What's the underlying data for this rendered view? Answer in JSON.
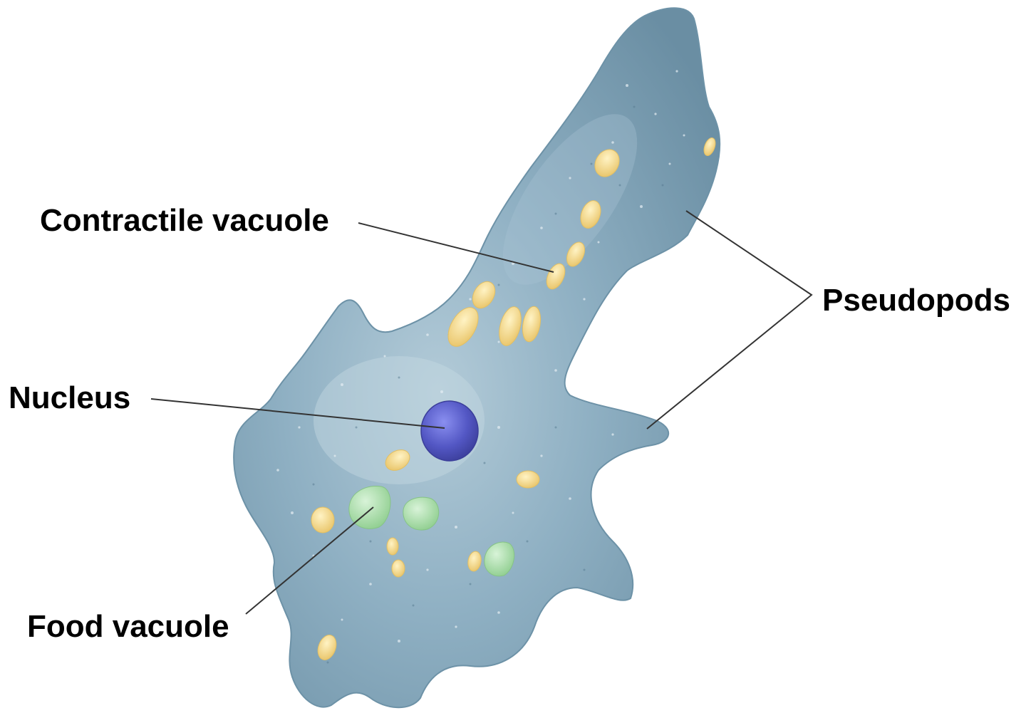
{
  "labels": {
    "contractile_vacuole": "Contractile vacuole",
    "nucleus": "Nucleus",
    "food_vacuole": "Food vacuole",
    "pseudopods": "Pseudopods"
  },
  "colors": {
    "cytoplasm": "#7fa3b8",
    "cytoplasm_light": "#a9c4d3",
    "cytoplasm_dark": "#5f8499",
    "nucleus": "#5b5fc7",
    "vacuole_yellow": "#f4d98a",
    "vacuole_green": "#a6dca6",
    "leader_line": "#333333"
  }
}
